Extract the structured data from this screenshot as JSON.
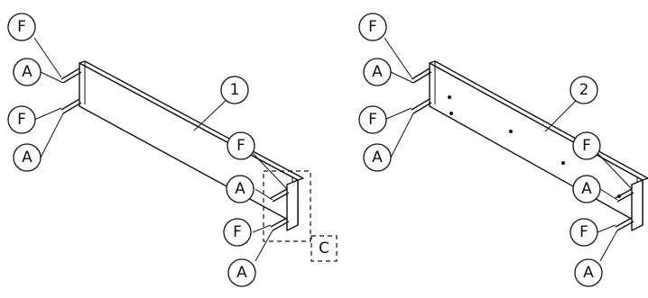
{
  "callouts": {
    "fitting_f": "F",
    "fitting_a": "A",
    "part_1": "1",
    "part_2": "2",
    "detail_c": "C"
  }
}
